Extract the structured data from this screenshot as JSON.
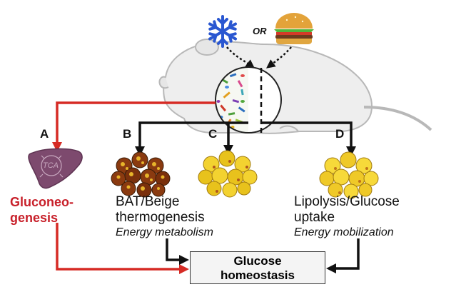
{
  "top": {
    "or_label": "OR"
  },
  "branches": {
    "a": "A",
    "b": "B",
    "c": "C",
    "d": "D"
  },
  "liver": {
    "tca_label": "TCA"
  },
  "gluconeogenesis": {
    "line1": "Gluconeo-",
    "line2": "genesis"
  },
  "bat": {
    "line1": "BAT/Beige",
    "line2": "thermogenesis",
    "sub": "Energy metabolism"
  },
  "lipolysis": {
    "line1": "Lipolysis/Glucose",
    "line2": "uptake",
    "sub": "Energy mobilization"
  },
  "outcome": {
    "line1": "Glucose",
    "line2": "homeostasis"
  },
  "colors": {
    "red_arrow": "#d62b25",
    "black_arrow": "#111111",
    "liver": "#7d4a6e",
    "brown_fat": "#8a3a10",
    "beige_fat": "#e8c21c"
  },
  "icons": [
    "snowflake-icon",
    "burger-icon",
    "mouse-silhouette",
    "gut-microbiota-circle",
    "liver-icon",
    "brown-adipocytes",
    "beige-adipocytes",
    "white-adipocytes"
  ]
}
